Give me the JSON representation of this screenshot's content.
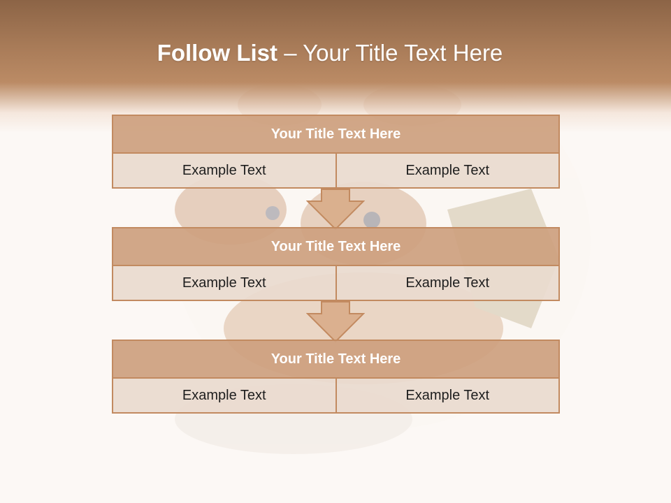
{
  "slide": {
    "title_bold": "Follow List",
    "title_rest": "– Your Title Text Here"
  },
  "rows": [
    {
      "title": "Your Title Text Here",
      "left": "Example Text",
      "right": "Example Text"
    },
    {
      "title": "Your Title Text Here",
      "left": "Example Text",
      "right": "Example Text"
    },
    {
      "title": "Your Title Text Here",
      "left": "Example Text",
      "right": "Example Text"
    }
  ],
  "colors": {
    "header": "#bb8b65",
    "box_title_fill": "#cda07f",
    "box_cell_fill": "#eadacf",
    "box_border": "#c28a60",
    "arrow_fill": "#d9ac8a"
  },
  "icons": [
    "down-arrow-icon"
  ]
}
